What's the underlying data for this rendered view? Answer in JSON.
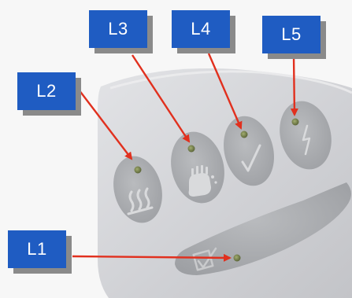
{
  "labels": {
    "l1": "L1",
    "l2": "L2",
    "l3": "L3",
    "l4": "L4",
    "l5": "L5"
  },
  "colors": {
    "label_bg": "#1f5cc2",
    "label_text": "#ffffff",
    "arrow": "#e1301e",
    "panel": "#cfd0d4",
    "button": "#a9abae",
    "led": "#7e8a55"
  },
  "icons": [
    "heat-waves-icon",
    "hand-wash-icon",
    "checkmark-icon",
    "lightning-icon",
    "square-check-icon"
  ]
}
